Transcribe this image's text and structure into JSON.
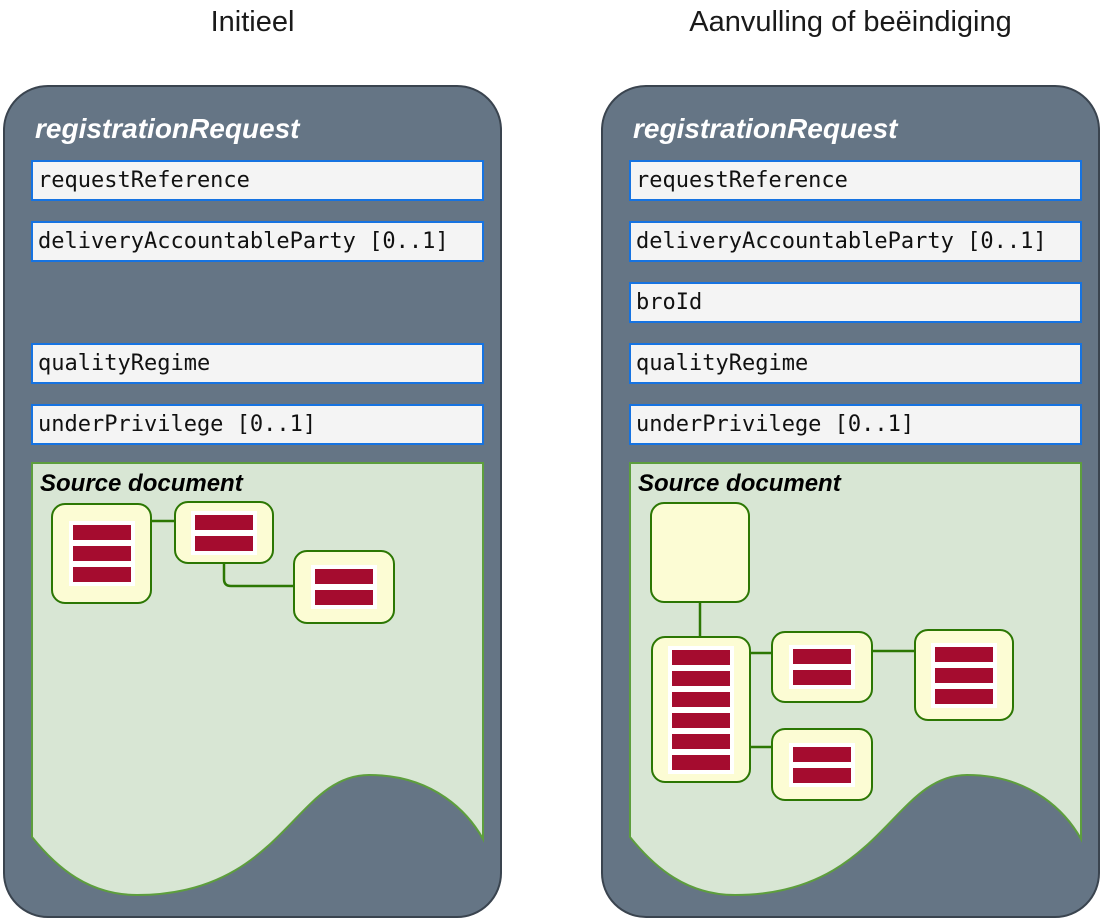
{
  "colors": {
    "panel_fill": "#657585",
    "panel_border": "#3a444f",
    "field_fill": "#f4f4f4",
    "field_border": "#1673e1",
    "source_fill": "#d8e6d4",
    "source_border": "#5d9e3d",
    "node_fill": "#fcfcd4",
    "node_border": "#2c7703",
    "bar_color": "#a50c2f"
  },
  "columns": [
    {
      "title": "Initieel",
      "header": "registrationRequest",
      "fields": [
        {
          "label": "requestReference"
        },
        {
          "label": "deliveryAccountableParty [0..1]"
        },
        {
          "label": "qualityRegime"
        },
        {
          "label": "underPrivilege [0..1]"
        }
      ],
      "source_document": {
        "title": "Source document",
        "nodes": [
          {
            "name": "record-3-rows",
            "bars": 3
          },
          {
            "name": "record-2-rows",
            "bars": 2
          },
          {
            "name": "record-2-rows",
            "bars": 2
          }
        ]
      }
    },
    {
      "title": "Aanvulling of beëindiging",
      "header": "registrationRequest",
      "fields": [
        {
          "label": "requestReference"
        },
        {
          "label": "deliveryAccountableParty [0..1]"
        },
        {
          "label": "broId"
        },
        {
          "label": "qualityRegime"
        },
        {
          "label": "underPrivilege [0..1]"
        }
      ],
      "source_document": {
        "title": "Source document",
        "nodes": [
          {
            "name": "record-empty",
            "bars": 0
          },
          {
            "name": "record-6-rows",
            "bars": 6
          },
          {
            "name": "record-2-rows",
            "bars": 2
          },
          {
            "name": "record-3-rows",
            "bars": 3
          },
          {
            "name": "record-2-rows",
            "bars": 2
          }
        ]
      }
    }
  ]
}
